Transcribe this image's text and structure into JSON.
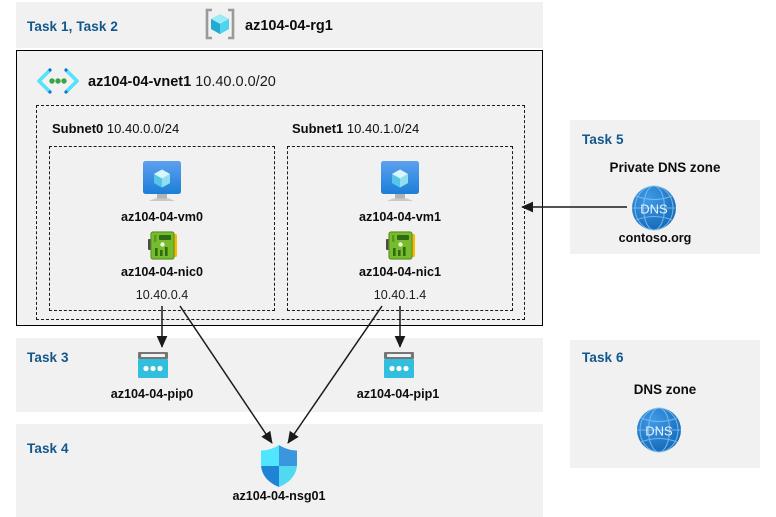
{
  "header": {
    "task_label": "Task 1, Task 2",
    "resource_group_name": "az104-04-rg1",
    "resource_group_icon": "resource-group-cube-icon"
  },
  "vnet": {
    "name": "az104-04-vnet1",
    "cidr": "10.40.0.0/20",
    "icon": "virtual-network-icon"
  },
  "subnets": [
    {
      "name": "Subnet0",
      "cidr": "10.40.0.0/24",
      "vm": {
        "label": "az104-04-vm0",
        "icon": "virtual-machine-icon"
      },
      "nic": {
        "label": "az104-04-nic0",
        "ip": "10.40.0.4",
        "icon": "network-interface-icon"
      }
    },
    {
      "name": "Subnet1",
      "cidr": "10.40.1.0/24",
      "vm": {
        "label": "az104-04-vm1",
        "icon": "virtual-machine-icon"
      },
      "nic": {
        "label": "az104-04-nic1",
        "ip": "10.40.1.4",
        "icon": "network-interface-icon"
      }
    }
  ],
  "task3": {
    "task_label": "Task 3",
    "pips": [
      {
        "label": "az104-04-pip0",
        "icon": "public-ip-address-icon"
      },
      {
        "label": "az104-04-pip1",
        "icon": "public-ip-address-icon"
      }
    ]
  },
  "task4": {
    "task_label": "Task 4",
    "nsg": {
      "label": "az104-04-nsg01",
      "icon": "network-security-group-shield-icon"
    }
  },
  "task5": {
    "task_label": "Task 5",
    "title": "Private DNS zone",
    "zone_name": "contoso.org",
    "icon": "dns-globe-icon",
    "icon_text": "DNS"
  },
  "task6": {
    "task_label": "Task 6",
    "title": "DNS zone",
    "icon": "dns-globe-icon",
    "icon_text": "DNS"
  },
  "colors": {
    "task_text": "#12578c",
    "panel_bg": "#f1f1f1",
    "page_bg": "#ffffff",
    "border": "#000000",
    "dashed_border": "#1a1a1a",
    "azure_cyan": "#32bedd",
    "azure_blue": "#0078d4",
    "nic_green": "#5e9624",
    "dns_blue": "#1b72c4",
    "arrow": "#1a1a1a"
  }
}
